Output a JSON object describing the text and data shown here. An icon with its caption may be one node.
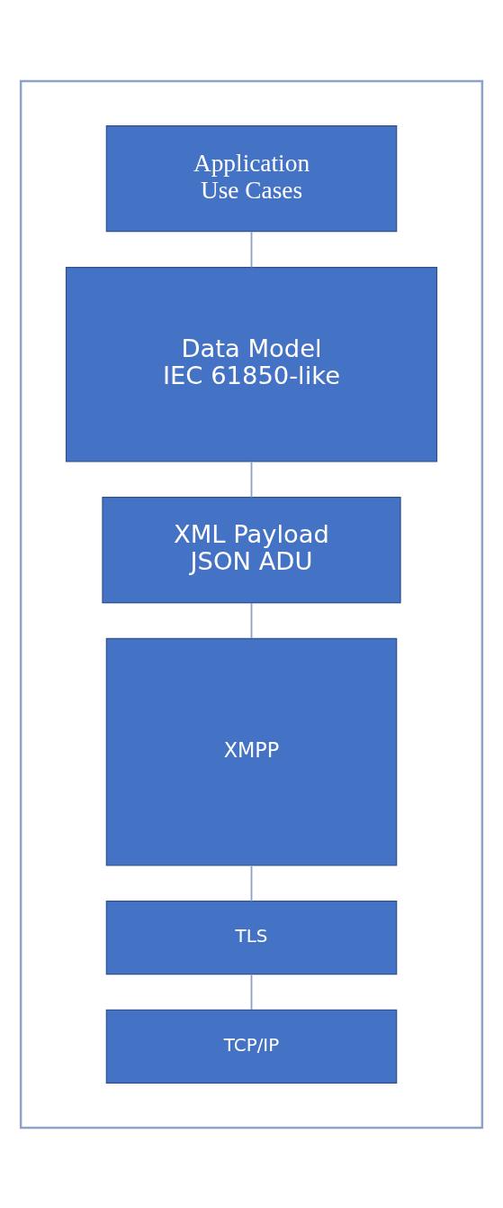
{
  "diagram": {
    "nodes": [
      {
        "text": [],
        "shape": "box"
      },
      {
        "text": [
          "Application Use Cases"
        ],
        "in": 0
      },
      {
        "text": [
          "Data Model IEC 61850-like"
        ],
        "in": 0
      },
      {
        "text": [
          "XML Payload JSON ADU"
        ],
        "in": 0
      },
      {
        "text": [
          "XMPP"
        ],
        "in": 0
      },
      {
        "text": [
          "TLS"
        ],
        "in": 0
      },
      {
        "text": [
          "TCP/IP"
        ],
        "in": 0
      }
    ],
    "edges": [
      {
        "from": 1,
        "to": 2,
        "arrow": "none"
      },
      {
        "from": 2,
        "to": 3,
        "arrow": "none"
      },
      {
        "from": 3,
        "to": 4,
        "arrow": "none"
      },
      {
        "from": 4,
        "to": 5,
        "arrow": "none"
      },
      {
        "from": 5,
        "to": 6,
        "arrow": "none"
      }
    ]
  }
}
